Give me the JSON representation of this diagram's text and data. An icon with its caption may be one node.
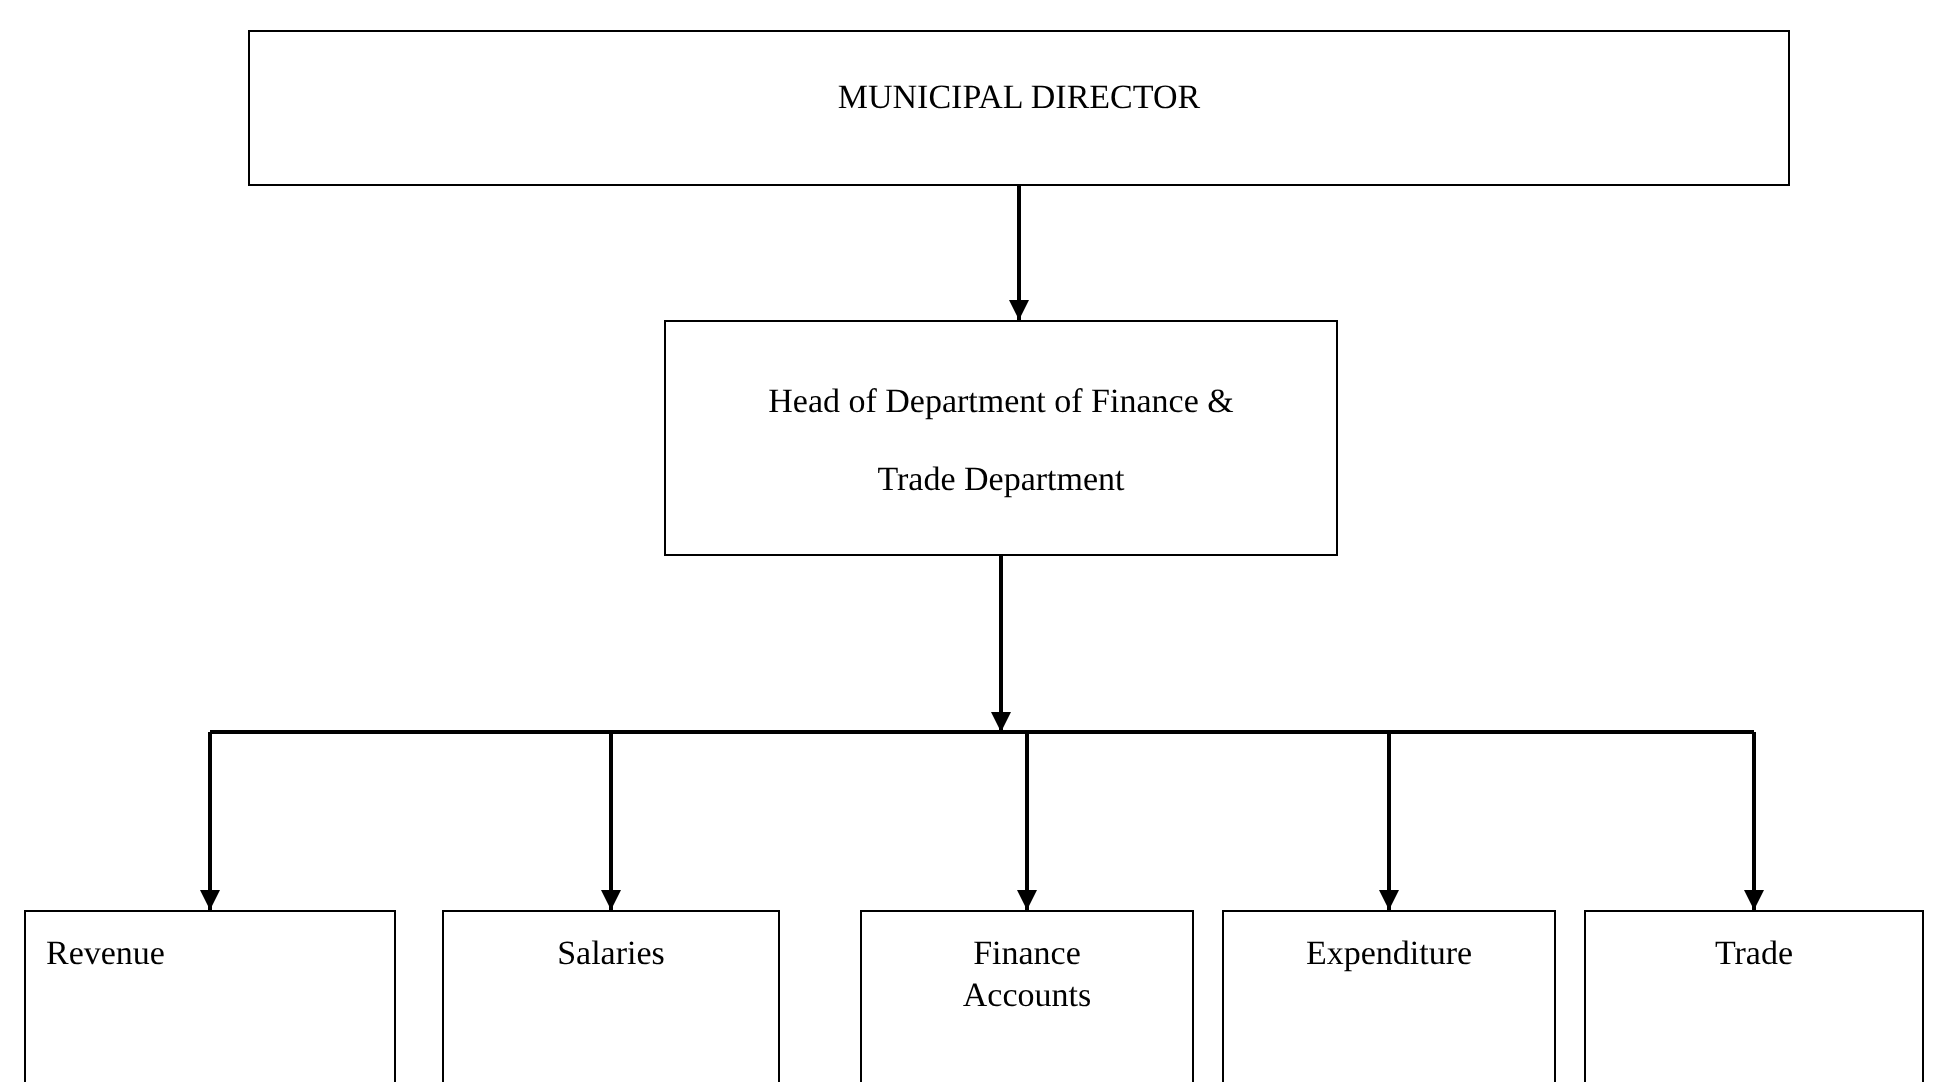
{
  "diagram": {
    "nodes": [
      {
        "text": [
          "MUNICIPAL DIRECTOR"
        ]
      },
      {
        "text": [
          "Head of Department of Finance & Trade Department"
        ]
      },
      {
        "text": [
          "Revenue"
        ]
      },
      {
        "text": [
          "Salaries"
        ]
      },
      {
        "text": [
          "Finance Accounts"
        ]
      },
      {
        "text": [
          "Expenditure"
        ]
      },
      {
        "text": [
          "Trade"
        ]
      }
    ],
    "edges": [
      {
        "from": 0,
        "to": 1,
        "arrow": "to"
      },
      {
        "from": 1,
        "to": 2,
        "arrow": "to"
      },
      {
        "from": 1,
        "to": 3,
        "arrow": "to"
      },
      {
        "from": 1,
        "to": 4,
        "arrow": "to"
      },
      {
        "from": 1,
        "to": 5,
        "arrow": "to"
      },
      {
        "from": 1,
        "to": 6,
        "arrow": "to"
      }
    ]
  }
}
